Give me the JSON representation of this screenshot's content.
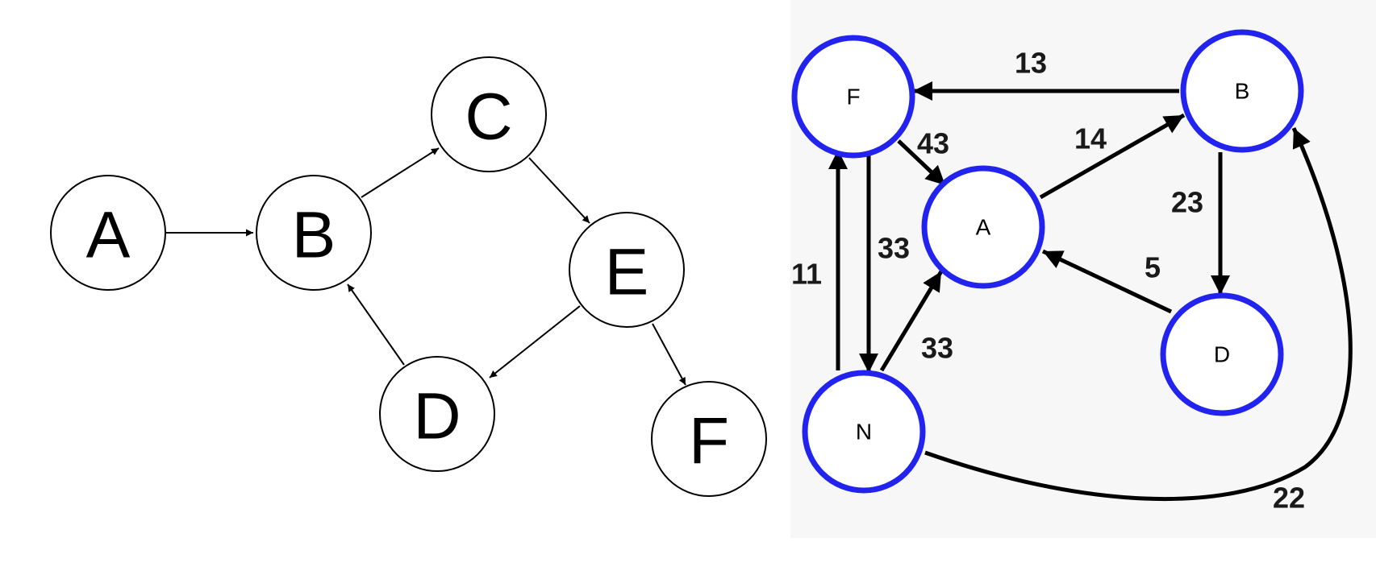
{
  "colors": {
    "background": "#ffffff",
    "right_panel_background": "#f7f7f7",
    "left_node_stroke": "#000000",
    "right_node_stroke": "#2323f0",
    "edge": "#000000"
  },
  "left_graph": {
    "nodes": {
      "A": {
        "label": "A"
      },
      "B": {
        "label": "B"
      },
      "C": {
        "label": "C"
      },
      "D": {
        "label": "D"
      },
      "E": {
        "label": "E"
      },
      "F": {
        "label": "F"
      }
    },
    "edges": [
      {
        "from": "A",
        "to": "B"
      },
      {
        "from": "B",
        "to": "C"
      },
      {
        "from": "C",
        "to": "E"
      },
      {
        "from": "E",
        "to": "D"
      },
      {
        "from": "E",
        "to": "F"
      },
      {
        "from": "D",
        "to": "B"
      }
    ]
  },
  "right_graph": {
    "nodes": {
      "F": {
        "label": "F"
      },
      "B": {
        "label": "B"
      },
      "A": {
        "label": "A"
      },
      "D": {
        "label": "D"
      },
      "N": {
        "label": "N"
      }
    },
    "edges": [
      {
        "from": "B",
        "to": "F",
        "weight": "13"
      },
      {
        "from": "F",
        "to": "A",
        "weight": "43"
      },
      {
        "from": "A",
        "to": "B",
        "weight": "14"
      },
      {
        "from": "B",
        "to": "D",
        "weight": "23"
      },
      {
        "from": "D",
        "to": "A",
        "weight": "5"
      },
      {
        "from": "F",
        "to": "N",
        "weight": "33"
      },
      {
        "from": "N",
        "to": "F",
        "weight": "11"
      },
      {
        "from": "N",
        "to": "A",
        "weight": "33"
      },
      {
        "from": "N",
        "to": "B",
        "weight": "22"
      }
    ]
  }
}
